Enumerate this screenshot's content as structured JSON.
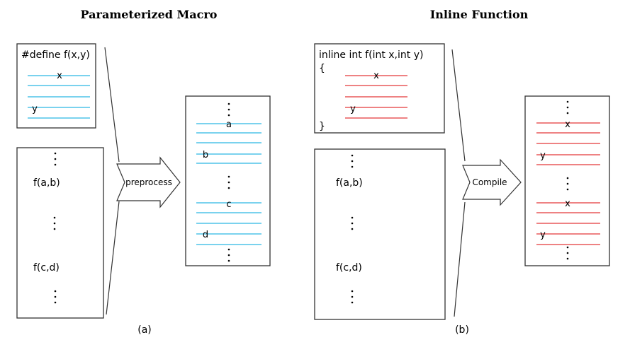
{
  "panel_a": {
    "title": "Parameterized Macro",
    "define_text": "#define f(x,y)",
    "param_x": "x",
    "param_y": "y",
    "call_1": "f(a,b)",
    "call_2": "f(c,d)",
    "arrow_label": "preprocess",
    "out_a": "a",
    "out_b": "b",
    "out_c": "c",
    "out_d": "d",
    "caption": "(a)",
    "line_color": "#4fc3e8"
  },
  "panel_b": {
    "title": "Inline Function",
    "signature_text": "inline int f(int x,int y)",
    "open_brace": "{",
    "close_brace": "}",
    "param_x": "x",
    "param_y": "y",
    "call_1": "f(a,b)",
    "call_2": "f(c,d)",
    "arrow_label": "Compile",
    "out_x1": "x",
    "out_y1": "y",
    "out_x2": "x",
    "out_y2": "y",
    "caption": "(b)",
    "line_color": "#e8585a"
  }
}
